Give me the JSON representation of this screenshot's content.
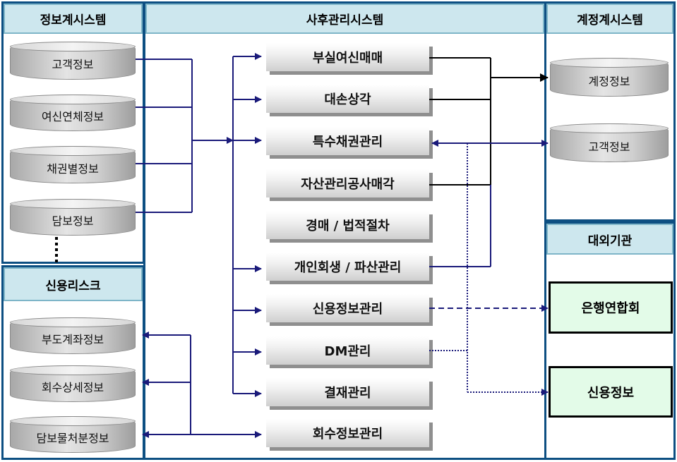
{
  "info_system": {
    "title": "정보계시스템",
    "databases": [
      "고객정보",
      "여신연체정보",
      "채권별정보",
      "담보정보"
    ]
  },
  "credit_risk": {
    "title": "신용리스크",
    "databases": [
      "부도계좌정보",
      "회수상세정보",
      "담보물처분정보"
    ]
  },
  "after_mgmt": {
    "title": "사후관리시스템",
    "processes": [
      "부실여신매매",
      "대손상각",
      "특수채권관리",
      "자산관리공사매각",
      "경매 / 법적절차",
      "개인회생 / 파산관리",
      "신용정보관리",
      "DM관리",
      "결재관리",
      "회수정보관리"
    ]
  },
  "account_system": {
    "title": "계정계시스템",
    "databases": [
      "계정정보",
      "고객정보"
    ]
  },
  "external": {
    "title": "대외기관",
    "orgs": [
      "은행연합회",
      "신용정보"
    ]
  },
  "colors": {
    "frame": "#0d4f82",
    "header_fill": "#cde7ee",
    "navy_line": "#1a1a7a",
    "black_line": "#000000",
    "external_fill": "#e3fbe8"
  }
}
